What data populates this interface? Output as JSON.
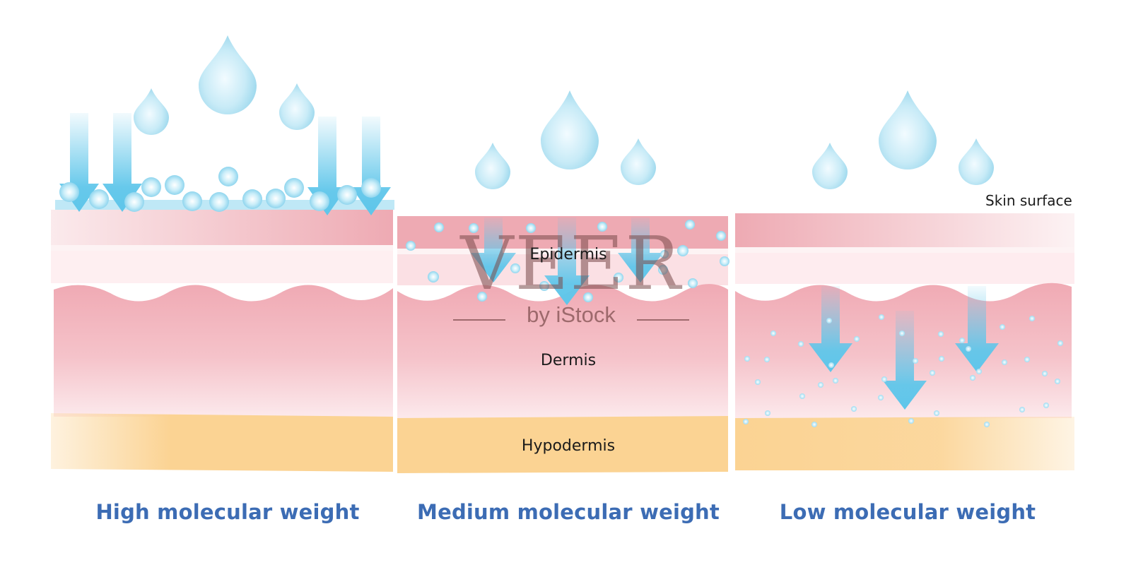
{
  "labels": {
    "skin_surface": "Skin surface",
    "epidermis": "Epidermis",
    "dermis": "Dermis",
    "hypodermis": "Hypodermis"
  },
  "panels": [
    {
      "caption": "High molecular weight"
    },
    {
      "caption": "Medium molecular weight"
    },
    {
      "caption": "Low molecular weight"
    }
  ],
  "watermark": {
    "brand": "VEER",
    "sub": "by iStock"
  },
  "colors": {
    "caption_blue": "#3c6cb4",
    "epidermis_pink": "#eeaab3",
    "dermis_pink": "#f0aab4",
    "hypodermis_orange": "#fbd393",
    "water_blue": "#5fc6ea",
    "droplet_light": "#d7eff8",
    "watermark": "#7a4a4a"
  }
}
